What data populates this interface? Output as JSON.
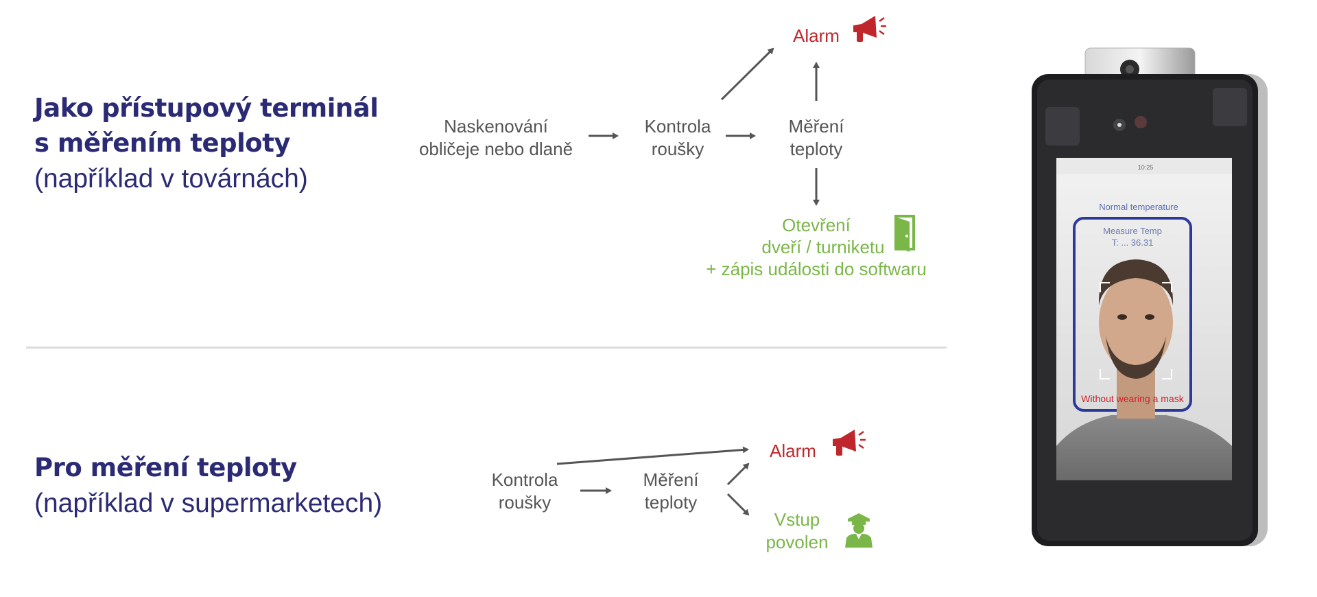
{
  "colors": {
    "heading": "#2b2a74",
    "node_text": "#555555",
    "alarm": "#c0272d",
    "allowed": "#7ab648",
    "arrow": "#555555",
    "divider": "#dcdcdc"
  },
  "section1": {
    "title_line1": "Jako přístupový terminál",
    "title_line2": "s měřením teploty",
    "subtitle": "(například v továrnách)",
    "node_scan": "Naskenování\nobličeje nebo dlaně",
    "node_mask": "Kontrola\nroušky",
    "node_temp": "Měření\nteploty",
    "alarm": "Alarm",
    "alarm_icon": "megaphone-icon",
    "open_line1": "Otevření",
    "open_line2": "dveří / turniketu",
    "open_line3": "+ zápis události do softwaru",
    "open_icon": "door-icon"
  },
  "section2": {
    "title": "Pro měření teploty",
    "subtitle": "(například v supermarketech)",
    "node_mask": "Kontrola\nroušky",
    "node_temp": "Měření\nteploty",
    "alarm": "Alarm",
    "alarm_icon": "megaphone-icon",
    "allowed": "Vstup\npovolen",
    "allowed_icon": "guard-icon"
  },
  "device": {
    "clock": "10:25",
    "normal_temp": "Normal temperature",
    "measure": "Measure Temp",
    "temp_value": "T: ... 36.31",
    "warning": "Without wearing a mask"
  }
}
